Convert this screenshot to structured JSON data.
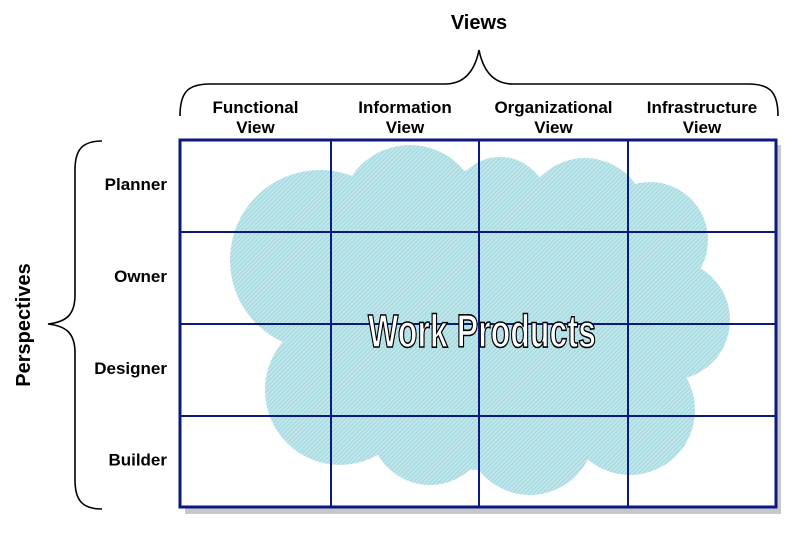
{
  "views_title": "Views",
  "perspectives_title": "Perspectives",
  "columns": [
    {
      "line1": "Functional",
      "line2": "View"
    },
    {
      "line1": "Information",
      "line2": "View"
    },
    {
      "line1": "Organizational",
      "line2": "View"
    },
    {
      "line1": "Infrastructure",
      "line2": "View"
    }
  ],
  "rows": [
    "Planner",
    "Owner",
    "Designer",
    "Builder"
  ],
  "center_label": "Work Products",
  "colors": {
    "grid_line": "#0c1a80",
    "cloud_fill": "#a9dce3",
    "text": "#000000",
    "shadow": "#c8c8c8"
  }
}
